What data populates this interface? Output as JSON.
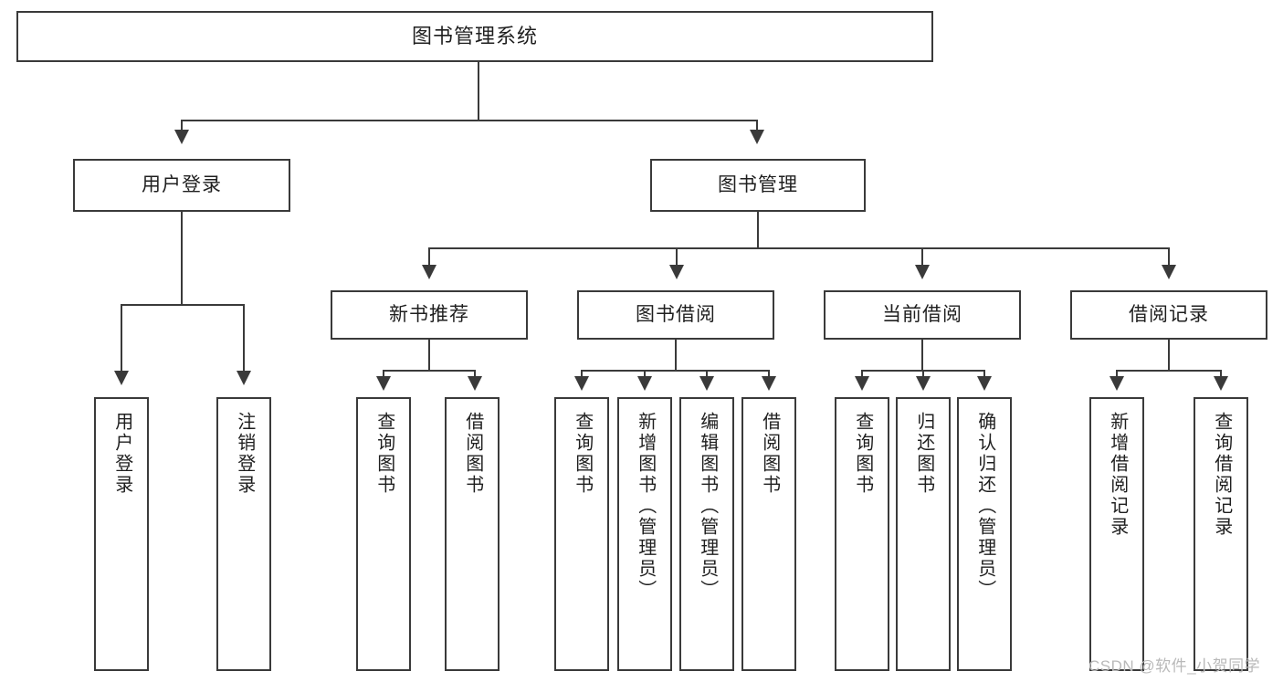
{
  "diagram": {
    "title": "图书管理系统",
    "type": "hierarchy-tree",
    "root": {
      "label": "图书管理系统"
    },
    "level2": [
      {
        "label": "用户登录"
      },
      {
        "label": "图书管理"
      }
    ],
    "level3": [
      {
        "label": "新书推荐"
      },
      {
        "label": "图书借阅"
      },
      {
        "label": "当前借阅"
      },
      {
        "label": "借阅记录"
      }
    ],
    "leaves": {
      "user_login": [
        {
          "label": "用户登录"
        },
        {
          "label": "注销登录"
        }
      ],
      "new_book_recommend": [
        {
          "label": "查询图书"
        },
        {
          "label": "借阅图书"
        }
      ],
      "book_borrow": [
        {
          "label": "查询图书"
        },
        {
          "label": "新增图书（管理员）"
        },
        {
          "label": "编辑图书（管理员）"
        },
        {
          "label": "借阅图书"
        }
      ],
      "current_borrow": [
        {
          "label": "查询图书"
        },
        {
          "label": "归还图书"
        },
        {
          "label": "确认归还（管理员）"
        }
      ],
      "borrow_record": [
        {
          "label": "新增借阅记录"
        },
        {
          "label": "查询借阅记录"
        }
      ]
    }
  },
  "watermark": {
    "text": "CSDN @软件_小贺同学"
  },
  "colors": {
    "stroke": "#3a3a3a",
    "text": "#1f1f1f",
    "background": "#ffffff",
    "watermark": "#b9b9b9"
  }
}
